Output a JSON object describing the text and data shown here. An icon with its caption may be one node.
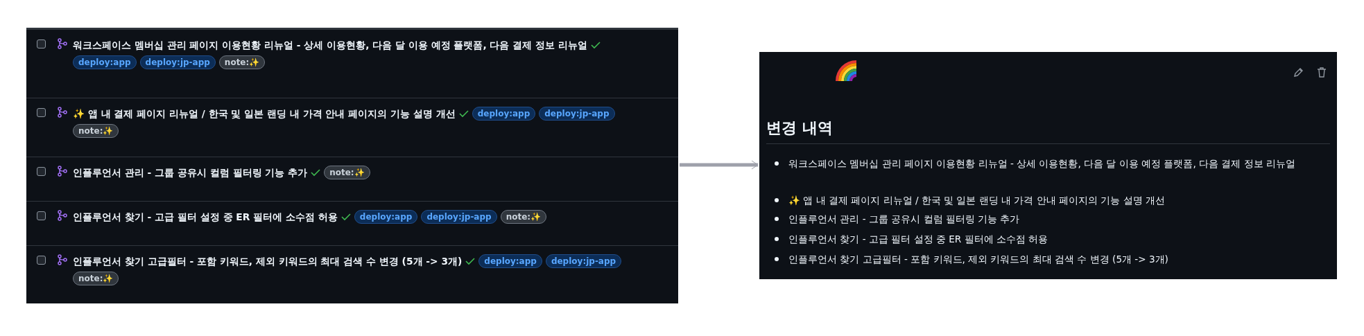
{
  "diagram": {
    "nodes": [
      {
        "text": [],
        "shape": "box"
      },
      {
        "text": [
          "워크스페이스 멤버십 관리 페이지 이용현황 리뉴얼 - 상세 이용현황, 다음 달 이용 예정 플랫폼, 다음 결제 정보 리뉴얼",
          "deploy:app",
          "deploy:jp-app",
          "note:✨"
        ],
        "in": 0
      },
      {
        "text": [
          "✨ 앱 내 결제 페이지 리뉴얼 / 한국 및 일본 랜딩 내 가격 안내 페이지의 기능 설명 개선",
          "deploy:app",
          "deploy:jp-app",
          "note:✨"
        ],
        "in": 0
      },
      {
        "text": [
          "인플루언서 관리 - 그룹 공유시 컬럼 필터링 기능 추가",
          "note:✨"
        ],
        "in": 0
      },
      {
        "text": [
          "인플루언서 찾기 - 고급 필터 설정 중 ER 필터에 소수점 허용",
          "deploy:app",
          "deploy:jp-app",
          "note:✨"
        ],
        "in": 0
      },
      {
        "text": [
          "인플루언서 찾기 고급필터 - 포함 키워드, 제외 키워드의 최대 검색 수 변경 (5개 -> 3개)",
          "deploy:app",
          "deploy:jp-app",
          "note:✨"
        ],
        "in": 0
      },
      {
        "text": [
          "변경 내역",
          "워크스페이스 멤버십 관리 페이지 이용현황 리뉴얼 - 상세 이용현황, 다음 달 이용 예정 플랫폼, 다음 결제 정보 리뉴얼",
          "✨ 앱 내 결제 페이지 리뉴얼 / 한국 및 일본 랜딩 내 가격 안내 페이지의 기능 설명 개선",
          "인플루언서 관리 - 그룹 공유시 컬럼 필터링 기능 추가",
          "인플루언서 찾기 - 고급 필터 설정 중 ER 필터에 소수점 허용",
          "인플루언서 찾기 고급필터 - 포함 키워드, 제외 키워드의 최대 검색 수 변경 (5개 -> 3개)"
        ]
      }
    ],
    "edges": [
      {
        "from": 0,
        "to": 6,
        "arrow": "to"
      }
    ]
  }
}
